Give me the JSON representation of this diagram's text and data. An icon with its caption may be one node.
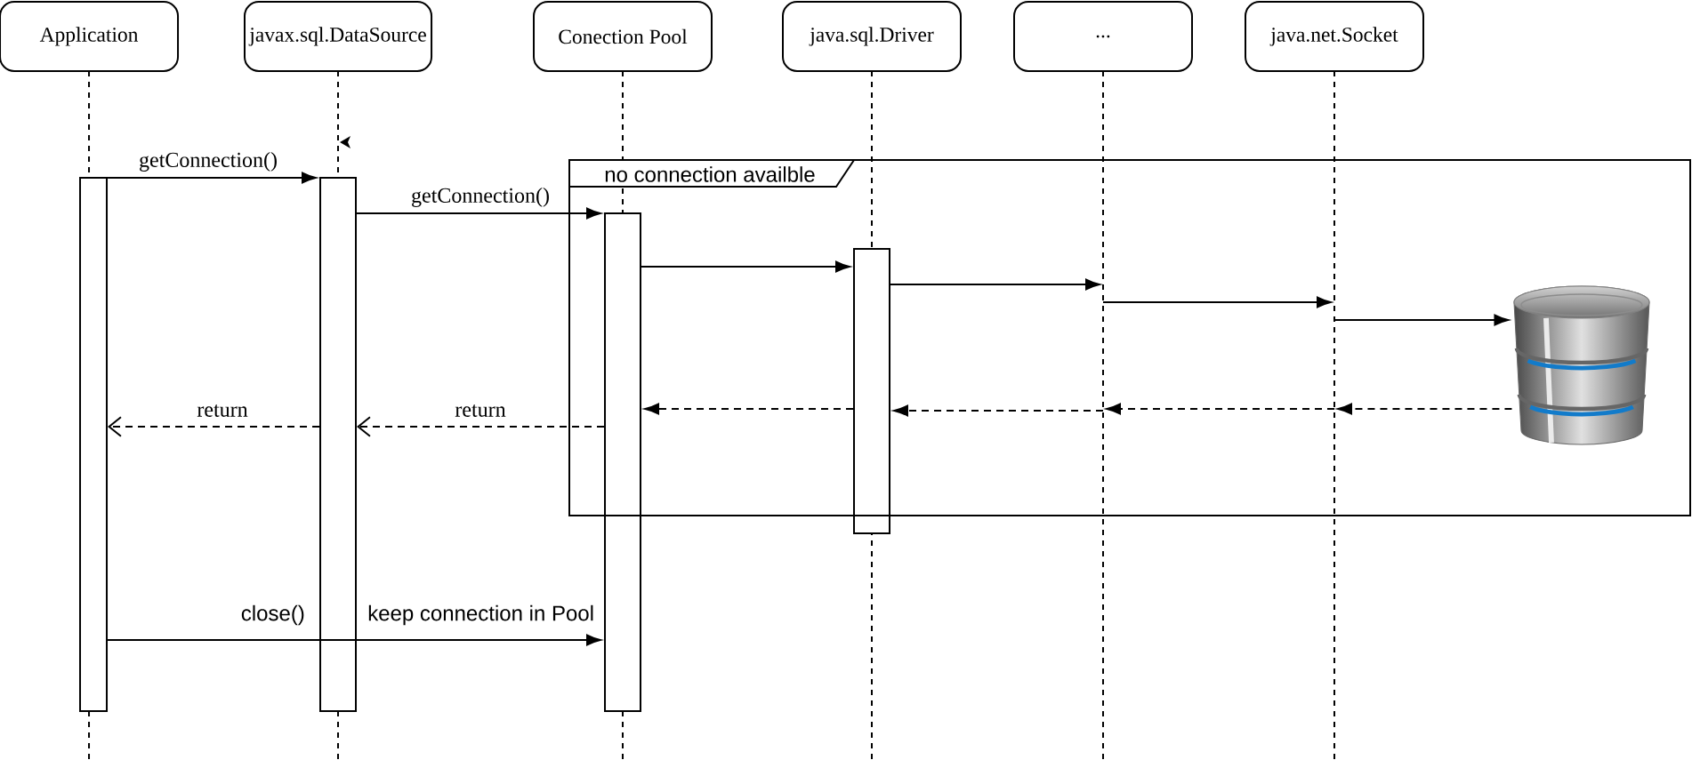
{
  "diagram": {
    "nodes": [
      {
        "text": [
          "Application"
        ]
      },
      {
        "text": [
          "javax.sql.DataSource"
        ]
      },
      {
        "text": [
          "Conection Pool"
        ]
      },
      {
        "text": [
          "java.sql.Driver"
        ]
      },
      {
        "text": [
          "..."
        ]
      },
      {
        "text": [
          "java.net.Socket"
        ]
      },
      {
        "text": [],
        "shape": "line"
      },
      {
        "text": [],
        "shape": "line"
      },
      {
        "text": [],
        "shape": "line"
      },
      {
        "text": [],
        "shape": "line"
      },
      {
        "text": [],
        "shape": "line"
      },
      {
        "text": [],
        "shape": "line"
      },
      {
        "text": [
          "no connection availble"
        ]
      },
      {
        "text": [],
        "shape": "bar"
      },
      {
        "text": [],
        "shape": "bar"
      },
      {
        "text": [],
        "shape": "bar"
      },
      {
        "text": [],
        "shape": "bar"
      },
      {
        "text": [],
        "shape": "cylinder",
        "in": 12
      }
    ],
    "edges": [
      {
        "from": 13,
        "to": 14,
        "arrow": "to",
        "label": "getConnection()"
      },
      {
        "from": 14,
        "to": 15,
        "arrow": "to",
        "label": "getConnection()"
      },
      {
        "from": 15,
        "to": 16,
        "arrow": "to"
      },
      {
        "from": 16,
        "to": 10,
        "arrow": "to"
      },
      {
        "from": 10,
        "to": 11,
        "arrow": "to"
      },
      {
        "from": 11,
        "to": 17,
        "arrow": "to"
      },
      {
        "from": 17,
        "to": 11,
        "arrow": "to",
        "style": "dashed"
      },
      {
        "from": 11,
        "to": 10,
        "arrow": "to",
        "style": "dashed"
      },
      {
        "from": 10,
        "to": 16,
        "arrow": "to",
        "style": "dashed"
      },
      {
        "from": 16,
        "to": 15,
        "arrow": "to",
        "style": "dashed"
      },
      {
        "from": 15,
        "to": 14,
        "arrow": "to",
        "style": "dashed",
        "label": "return"
      },
      {
        "from": 14,
        "to": 13,
        "arrow": "to",
        "style": "dashed",
        "label": "return"
      },
      {
        "from": 13,
        "to": 14,
        "arrow": "none",
        "label": "close()"
      },
      {
        "from": 14,
        "to": 15,
        "arrow": "to",
        "label": "keep connection in Pool"
      }
    ]
  }
}
